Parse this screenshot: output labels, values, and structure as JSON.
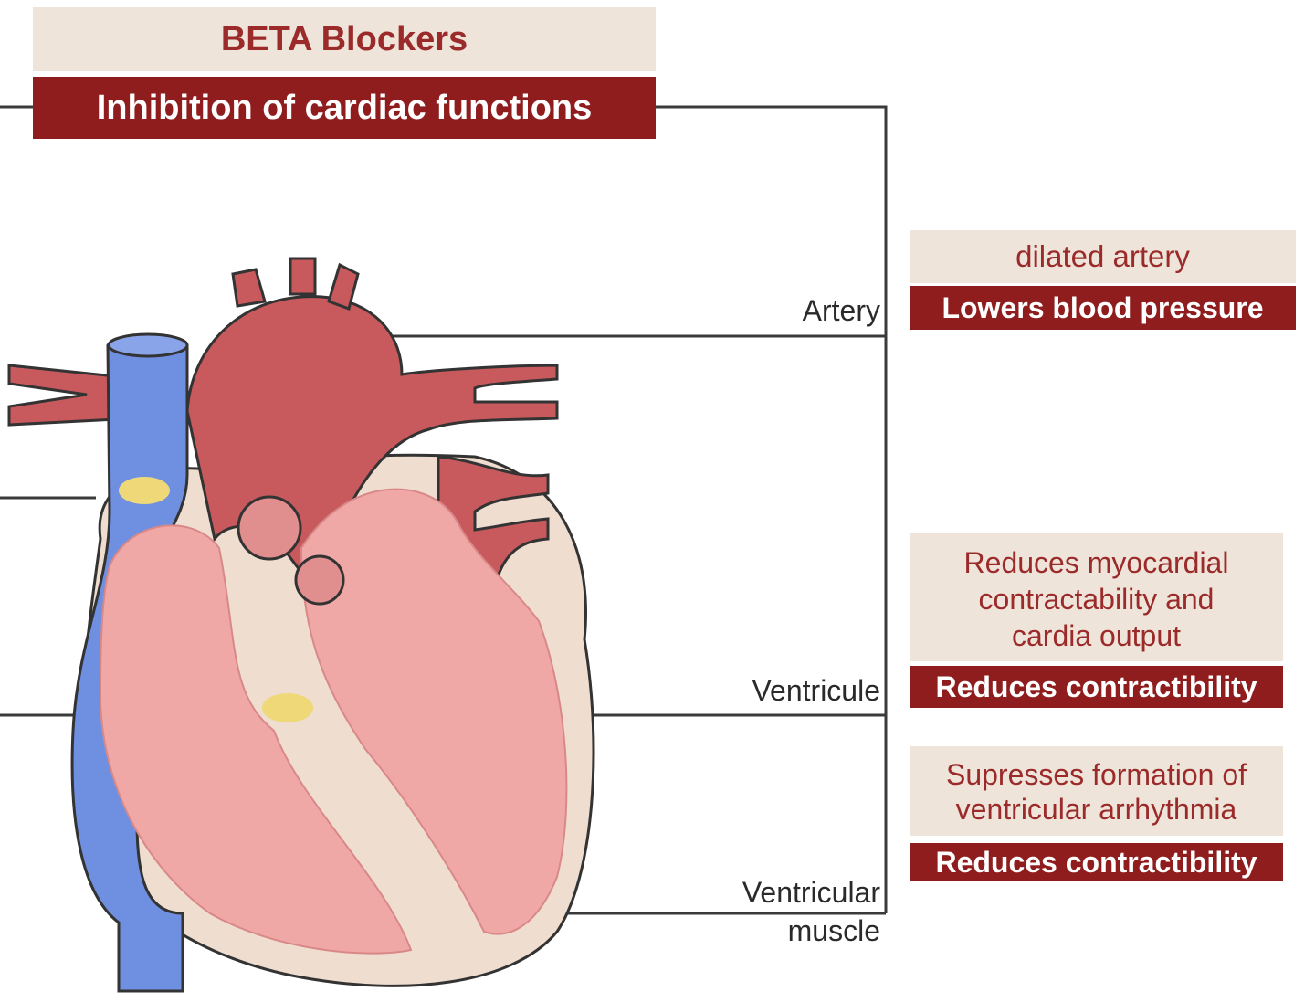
{
  "title": {
    "main": "BETA Blockers",
    "subtitle": "Inhibition of cardiac functions"
  },
  "labels": {
    "artery": "Artery",
    "ventricule": "Ventricule",
    "ventricular_muscle_line1": "Ventricular",
    "ventricular_muscle_line2": "muscle"
  },
  "effects": {
    "artery": {
      "description": "dilated artery",
      "result": "Lowers blood pressure"
    },
    "ventricule": {
      "description_line1": "Reduces myocardial",
      "description_line2": "contractability and",
      "description_line3": "cardia output",
      "result": "Reduces contractibility"
    },
    "ventricular_muscle": {
      "description_line1": "Supresses formation of",
      "description_line2": "ventricular arrhythmia",
      "result": "Reduces contractibility"
    }
  },
  "colors": {
    "dark_red": "#8f1d1d",
    "light_beige": "#efe4d9",
    "heart_red": "#c85a5e",
    "heart_pink": "#f0a8a6",
    "vein_blue": "#6f8fe0",
    "node_yellow": "#efd878"
  }
}
